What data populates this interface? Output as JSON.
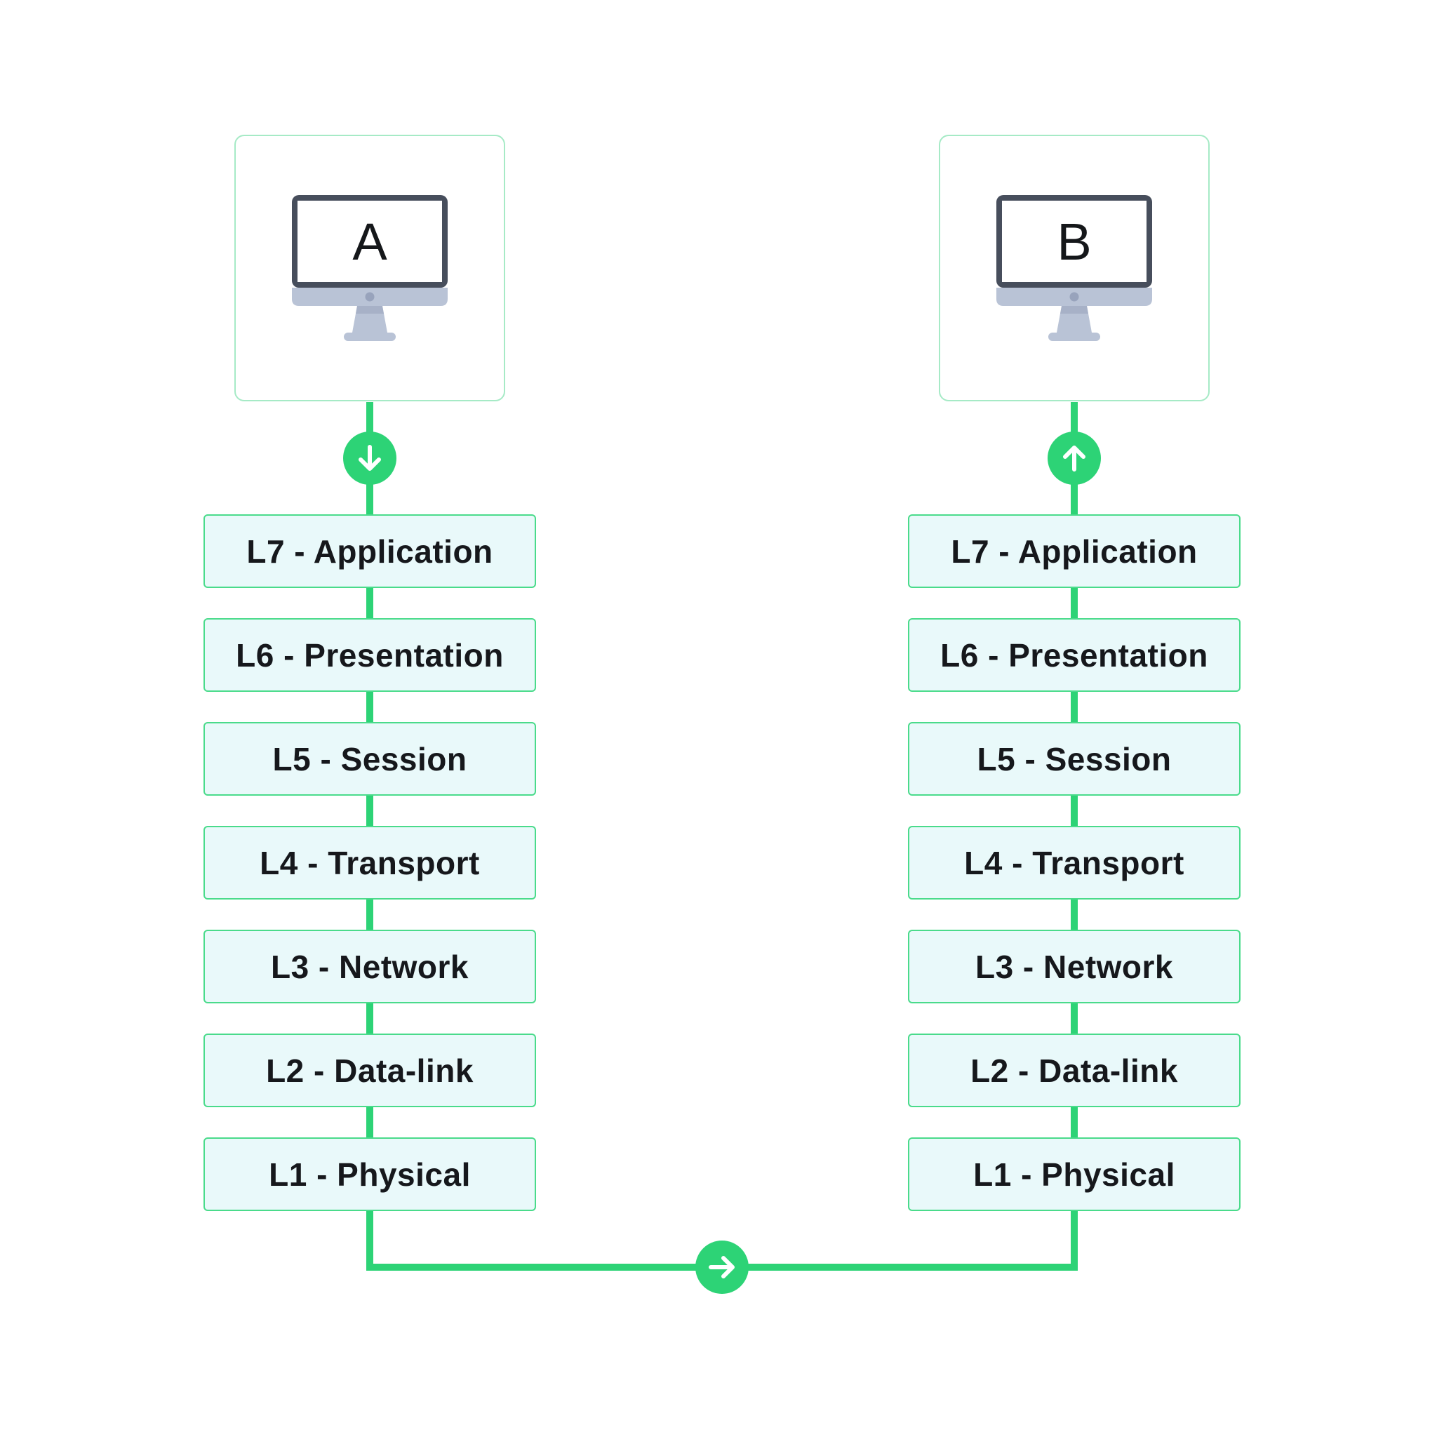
{
  "diagram": {
    "computer_a": "A",
    "computer_b": "B",
    "layers": [
      "L7 - Application",
      "L6 - Presentation",
      "L5 - Session",
      "L4 - Transport",
      "L3 - Network",
      "L2 - Data-link",
      "L1 - Physical"
    ],
    "arrows": {
      "column_a": "arrow-down-icon",
      "column_b": "arrow-up-icon",
      "bottom": "arrow-right-icon"
    },
    "colors": {
      "accent": "#2DD376",
      "layer_box_fill": "#E9F9FA",
      "layer_box_border": "#4ADB8B",
      "computer_box_border": "#A6EAC6",
      "monitor_frame": "#474E5C",
      "monitor_base": "#B9C3D6",
      "text_color": "#16181C"
    }
  }
}
